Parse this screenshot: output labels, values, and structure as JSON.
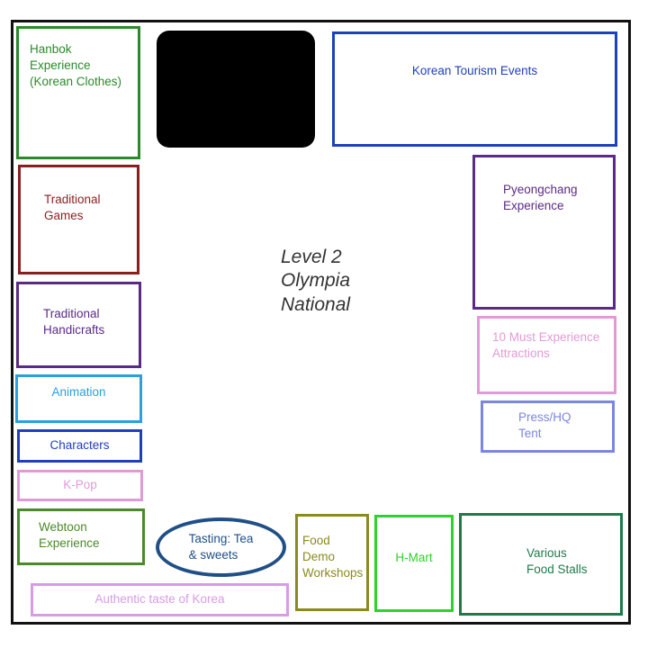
{
  "venue": {
    "line1": "Level 2",
    "line2": "Olympia",
    "line3": "National"
  },
  "booths": {
    "hanbok": {
      "label": "Hanbok\nExperience\n(Korean Clothes)",
      "color": "#2a8a2a"
    },
    "tourism": {
      "label": "Korean Tourism Events",
      "color": "#1f3fc0"
    },
    "games": {
      "label": "Traditional\nGames",
      "color": "#8a1f1f"
    },
    "pyeongchang": {
      "label": "Pyeongchang\nExperience",
      "color": "#5a2a86"
    },
    "handicrafts": {
      "label": "Traditional\nHandicrafts",
      "color": "#5a2a86"
    },
    "attractions": {
      "label": "10 Must Experience\nAttractions",
      "color": "#e29ad6"
    },
    "animation": {
      "label": "Animation",
      "color": "#2aa0e0"
    },
    "press": {
      "label": "Press/HQ\nTent",
      "color": "#7a86e0"
    },
    "characters": {
      "label": "Characters",
      "color": "#1f3fc0"
    },
    "kpop": {
      "label": "K-Pop",
      "color": "#e29ad6"
    },
    "webtoon": {
      "label": "Webtoon\nExperience",
      "color": "#4a8a2a"
    },
    "tasting": {
      "label": "Tasting: Tea\n& sweets",
      "color": "#1f4f86"
    },
    "food_demo": {
      "label": "Food\nDemo\nWorkshops",
      "color": "#8a8a1f"
    },
    "hmart": {
      "label": "H-Mart",
      "color": "#2ad42a"
    },
    "food_stalls": {
      "label": "Various\nFood Stalls",
      "color": "#1f7a4a"
    },
    "taste": {
      "label": "Authentic taste of Korea",
      "color": "#d99ae8"
    }
  }
}
